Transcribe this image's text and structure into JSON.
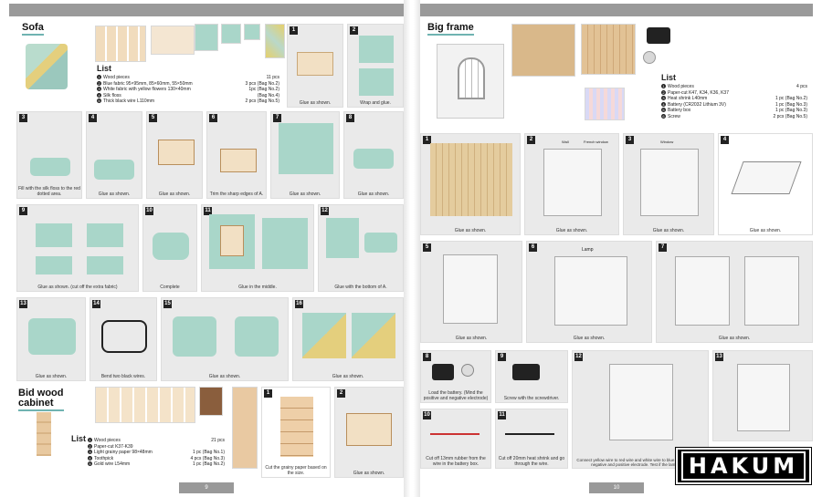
{
  "left_page": {
    "sofa": {
      "title": "Sofa",
      "list_title": "List",
      "list": [
        {
          "num": "1",
          "item": "Wood pieces",
          "qty": "11 pcs"
        },
        {
          "num": "2",
          "item": "Blue fabric 95×95mm, 85×60mm, 55×50mm",
          "qty": "3 pcs (Bag No.2)"
        },
        {
          "num": "3",
          "item": "White fabric with yellow flowers 130×40mm",
          "qty": "1pc (Bag No.2)"
        },
        {
          "num": "4",
          "item": "Silk floss",
          "qty": "(Bag No.4)"
        },
        {
          "num": "5",
          "item": "Thick black wire L110mm",
          "qty": "2 pcs (Bag No.5)"
        }
      ],
      "steps": [
        {
          "n": "1",
          "cap": "Glue as shown."
        },
        {
          "n": "2",
          "cap": "Wrap and glue."
        },
        {
          "n": "3",
          "cap": "Fill with the silk floss to the red dotted area."
        },
        {
          "n": "4",
          "cap": "Glue as shown."
        },
        {
          "n": "5",
          "cap": "Glue as shown."
        },
        {
          "n": "6",
          "cap": "Trim the sharp edges of A."
        },
        {
          "n": "7",
          "cap": "Glue as shown."
        },
        {
          "n": "8",
          "cap": "Glue as shown."
        },
        {
          "n": "9",
          "cap": "Glue as shown. (cut off the extra fabric)"
        },
        {
          "n": "10",
          "cap": "Complete"
        },
        {
          "n": "11",
          "cap": "Glue in the middle."
        },
        {
          "n": "12",
          "cap": "Glue with the bottom of A."
        },
        {
          "n": "13",
          "cap": "Glue as shown."
        },
        {
          "n": "14",
          "cap": "Bend two black wires."
        },
        {
          "n": "15",
          "cap": "Glue as shown."
        },
        {
          "n": "16",
          "cap": "Glue as shown."
        }
      ]
    },
    "cabinet": {
      "title_line1": "Bid wood",
      "title_line2": "cabinet",
      "list_title": "List",
      "list": [
        {
          "num": "1",
          "item": "Wood pieces",
          "qty": "21 pcs"
        },
        {
          "num": "2",
          "item": "Paper-cut K37-K39",
          "qty": ""
        },
        {
          "num": "3",
          "item": "Light grainy paper 98×48mm",
          "qty": "1 pc (Bag No.1)"
        },
        {
          "num": "4",
          "item": "Toothpick",
          "qty": "4 pcs (Bag No.3)"
        },
        {
          "num": "5",
          "item": "Gold wire L54mm",
          "qty": "1 pc (Bag No.2)"
        }
      ],
      "steps": [
        {
          "n": "1",
          "cap": "Cut the grainy paper based on the size."
        },
        {
          "n": "2",
          "cap": "Glue as shown."
        }
      ]
    },
    "page_number": "9"
  },
  "right_page": {
    "frame": {
      "title": "Big frame",
      "list_title": "List",
      "list": [
        {
          "num": "1",
          "item": "Wood pieces",
          "qty": "4 pcs"
        },
        {
          "num": "2",
          "item": "Paper-cut K47, K34, K36, K37",
          "qty": ""
        },
        {
          "num": "3",
          "item": "Heat shrink L40mm",
          "qty": "1 pc (Bag No.2)"
        },
        {
          "num": "4",
          "item": "Battery (CR2032 Lithium 3V)",
          "qty": "1 pc (Bag No.3)"
        },
        {
          "num": "5",
          "item": "Battery box",
          "qty": "1 pc (Bag No.3)"
        },
        {
          "num": "6",
          "item": "Screw",
          "qty": "2 pcs (Bag No.5)"
        }
      ],
      "steps": [
        {
          "n": "1",
          "cap": "Glue as shown."
        },
        {
          "n": "2",
          "cap": "Glue as shown."
        },
        {
          "n": "3",
          "cap": "Glue as shown."
        },
        {
          "n": "4",
          "cap": "Glue as shown."
        },
        {
          "n": "5",
          "cap": "Glue as shown."
        },
        {
          "n": "6",
          "cap": "Glue as shown."
        },
        {
          "n": "7",
          "cap": "Glue as shown."
        },
        {
          "n": "8",
          "cap": "Load the battery. (Mind the positive and negative electrode)"
        },
        {
          "n": "9",
          "cap": "Screw with the screwdriver."
        },
        {
          "n": "10",
          "cap": "Cut off 13mm rubber from the wire in the battery box."
        },
        {
          "n": "11",
          "cap": "Cut off 20mm heat shrink and go through the wire."
        },
        {
          "n": "12",
          "cap": "Connect yellow wire to red wire and white wire to blue wire. Notice the negative and positive electrode. Test if the lamp lights."
        },
        {
          "n": "13",
          "cap": ""
        }
      ],
      "labels": {
        "wall": "Wall",
        "french_window": "French window",
        "window": "Window",
        "lamp": "Lamp"
      }
    },
    "page_number": "10"
  },
  "watermark": "HAKUM"
}
